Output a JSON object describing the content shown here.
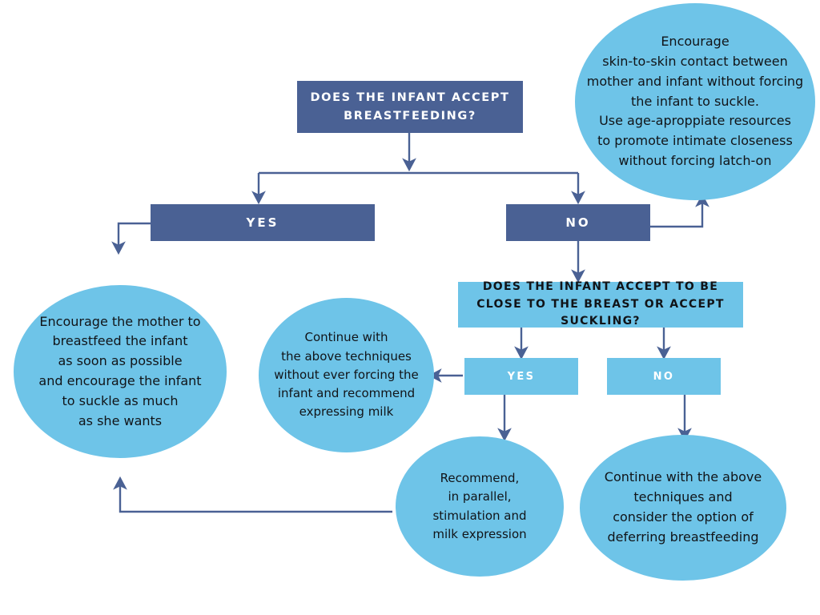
{
  "diagram": {
    "title": "Breastfeeding acceptance decision flowchart",
    "colors": {
      "dark_blue": "#4a6194",
      "light_blue": "#6ec4e8",
      "connector": "#4a6194",
      "text_dark": "#111418",
      "text_light": "#ffffff",
      "background": "#ffffff"
    },
    "nodes": {
      "q1": {
        "label": "DOES THE INFANT ACCEPT BREASTFEEDING?"
      },
      "q1_yes": {
        "label": "YES"
      },
      "q1_no": {
        "label": "NO"
      },
      "q2": {
        "label": "DOES THE INFANT ACCEPT TO BE CLOSE TO THE BREAST OR ACCEPT SUCKLING?"
      },
      "q2_yes": {
        "label": "YES"
      },
      "q2_no": {
        "label": "NO"
      },
      "outcome_skin_to_skin": {
        "lines": [
          "Encourage",
          "skin-to-skin contact between",
          "mother and infant without forcing",
          "the infant to suckle.",
          "Use age-aproppiate resources",
          "to promote intimate closeness",
          "without forcing latch-on"
        ]
      },
      "outcome_encourage_mother": {
        "lines": [
          "Encourage the mother to",
          "breastfeed the infant",
          "as soon as possible",
          "and encourage the infant",
          "to suckle as much",
          "as she wants"
        ]
      },
      "outcome_continue_techniques": {
        "lines": [
          "Continue with",
          "the above techniques",
          "without ever forcing the",
          "infant and recommend",
          "expressing milk"
        ]
      },
      "outcome_recommend_stimulation": {
        "lines": [
          "Recommend,",
          "in parallel,",
          "stimulation and",
          "milk expression"
        ]
      },
      "outcome_defer_breastfeeding": {
        "lines": [
          "Continue with the above",
          "techniques and",
          "consider the option of",
          "deferring breastfeeding"
        ]
      }
    }
  }
}
